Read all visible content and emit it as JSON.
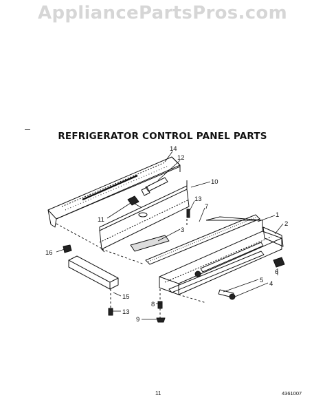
{
  "watermark": "AppliancePartsPros.com",
  "title": "REFRIGERATOR CONTROL PANEL PARTS",
  "callouts": [
    "14",
    "12",
    "10",
    "11",
    "13",
    "7",
    "1",
    "2",
    "3",
    "16",
    "5",
    "4",
    "6",
    "15",
    "8",
    "13",
    "9"
  ],
  "footer": {
    "page": "11",
    "code": "4361007"
  }
}
